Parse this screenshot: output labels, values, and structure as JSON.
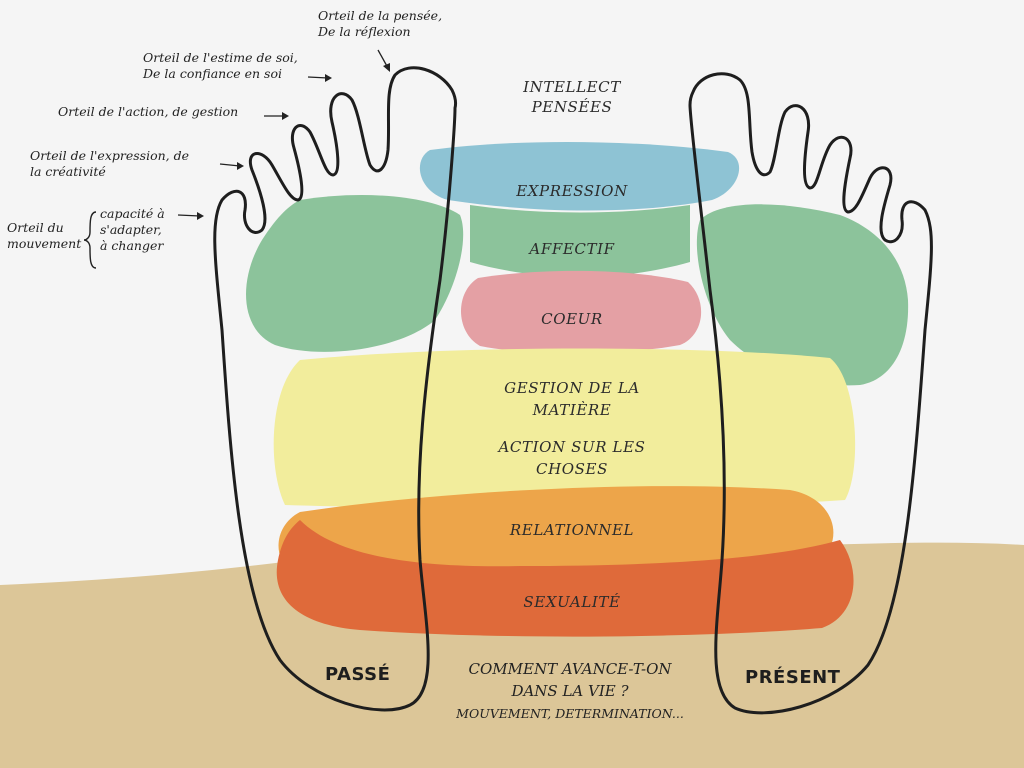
{
  "zones": {
    "intellect": "INTELLECT",
    "pensees": "PENSÉES",
    "expression": "EXPRESSION",
    "affectif": "AFFECTIF",
    "coeur": "COEUR",
    "gestion_line1": "GESTION DE LA",
    "gestion_line2": "MATIÈRE",
    "action_line1": "ACTION SUR LES",
    "action_line2": "CHOSES",
    "relationnel": "RELATIONNEL",
    "sexualite": "SEXUALITÉ"
  },
  "toes": {
    "pensee_line1": "Orteil de la pensée,",
    "pensee_line2": "De la réflexion",
    "estime_line1": "Orteil de l'estime de soi,",
    "estime_line2": "De la confiance en soi",
    "action": "Orteil de l'action, de gestion",
    "expression_line1": "Orteil de l'expression, de",
    "expression_line2": "la créativité",
    "mouvement_line1": "Orteil du",
    "mouvement_line2": "mouvement",
    "capacite_line1": "capacité à",
    "capacite_line2": "s'adapter,",
    "capacite_line3": "à changer"
  },
  "feet": {
    "left": "PASSÉ",
    "right": "PRÉSENT"
  },
  "bottom": {
    "line1": "COMMENT AVANCE-T-ON",
    "line2": "DANS LA VIE ?",
    "line3": "MOUVEMENT, DETERMINATION..."
  },
  "colors": {
    "expression": "#8ec3d4",
    "affectif": "#8cc39b",
    "coeur": "#e4a0a4",
    "gestion": "#f2ed9c",
    "relationnel": "#eda54a",
    "sexualite": "#df6a3a",
    "sand": "#dcc698",
    "outline": "#1e1e1e"
  }
}
